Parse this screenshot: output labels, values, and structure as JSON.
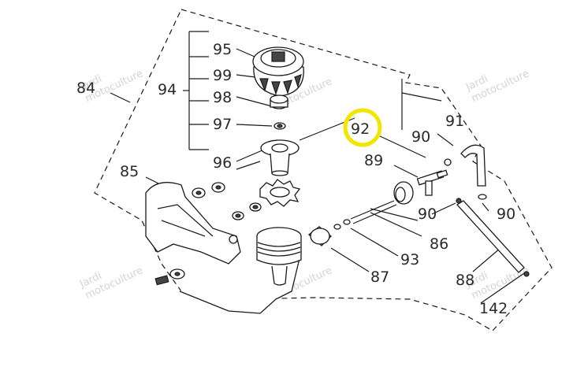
{
  "part_labels": {
    "p84": "84",
    "p94": "94",
    "p95": "95",
    "p99": "99",
    "p98": "98",
    "p97": "97",
    "p96": "96",
    "p85": "85",
    "p92": "92",
    "p91": "91",
    "p90a": "90",
    "p89": "89",
    "p90b": "90",
    "p90c": "90",
    "p86": "86",
    "p93": "93",
    "p87": "87",
    "p88": "88",
    "p142": "142"
  },
  "watermark": {
    "line1": "Jardi",
    "line2": "motoculture"
  },
  "highlight_color": "#f2e600"
}
